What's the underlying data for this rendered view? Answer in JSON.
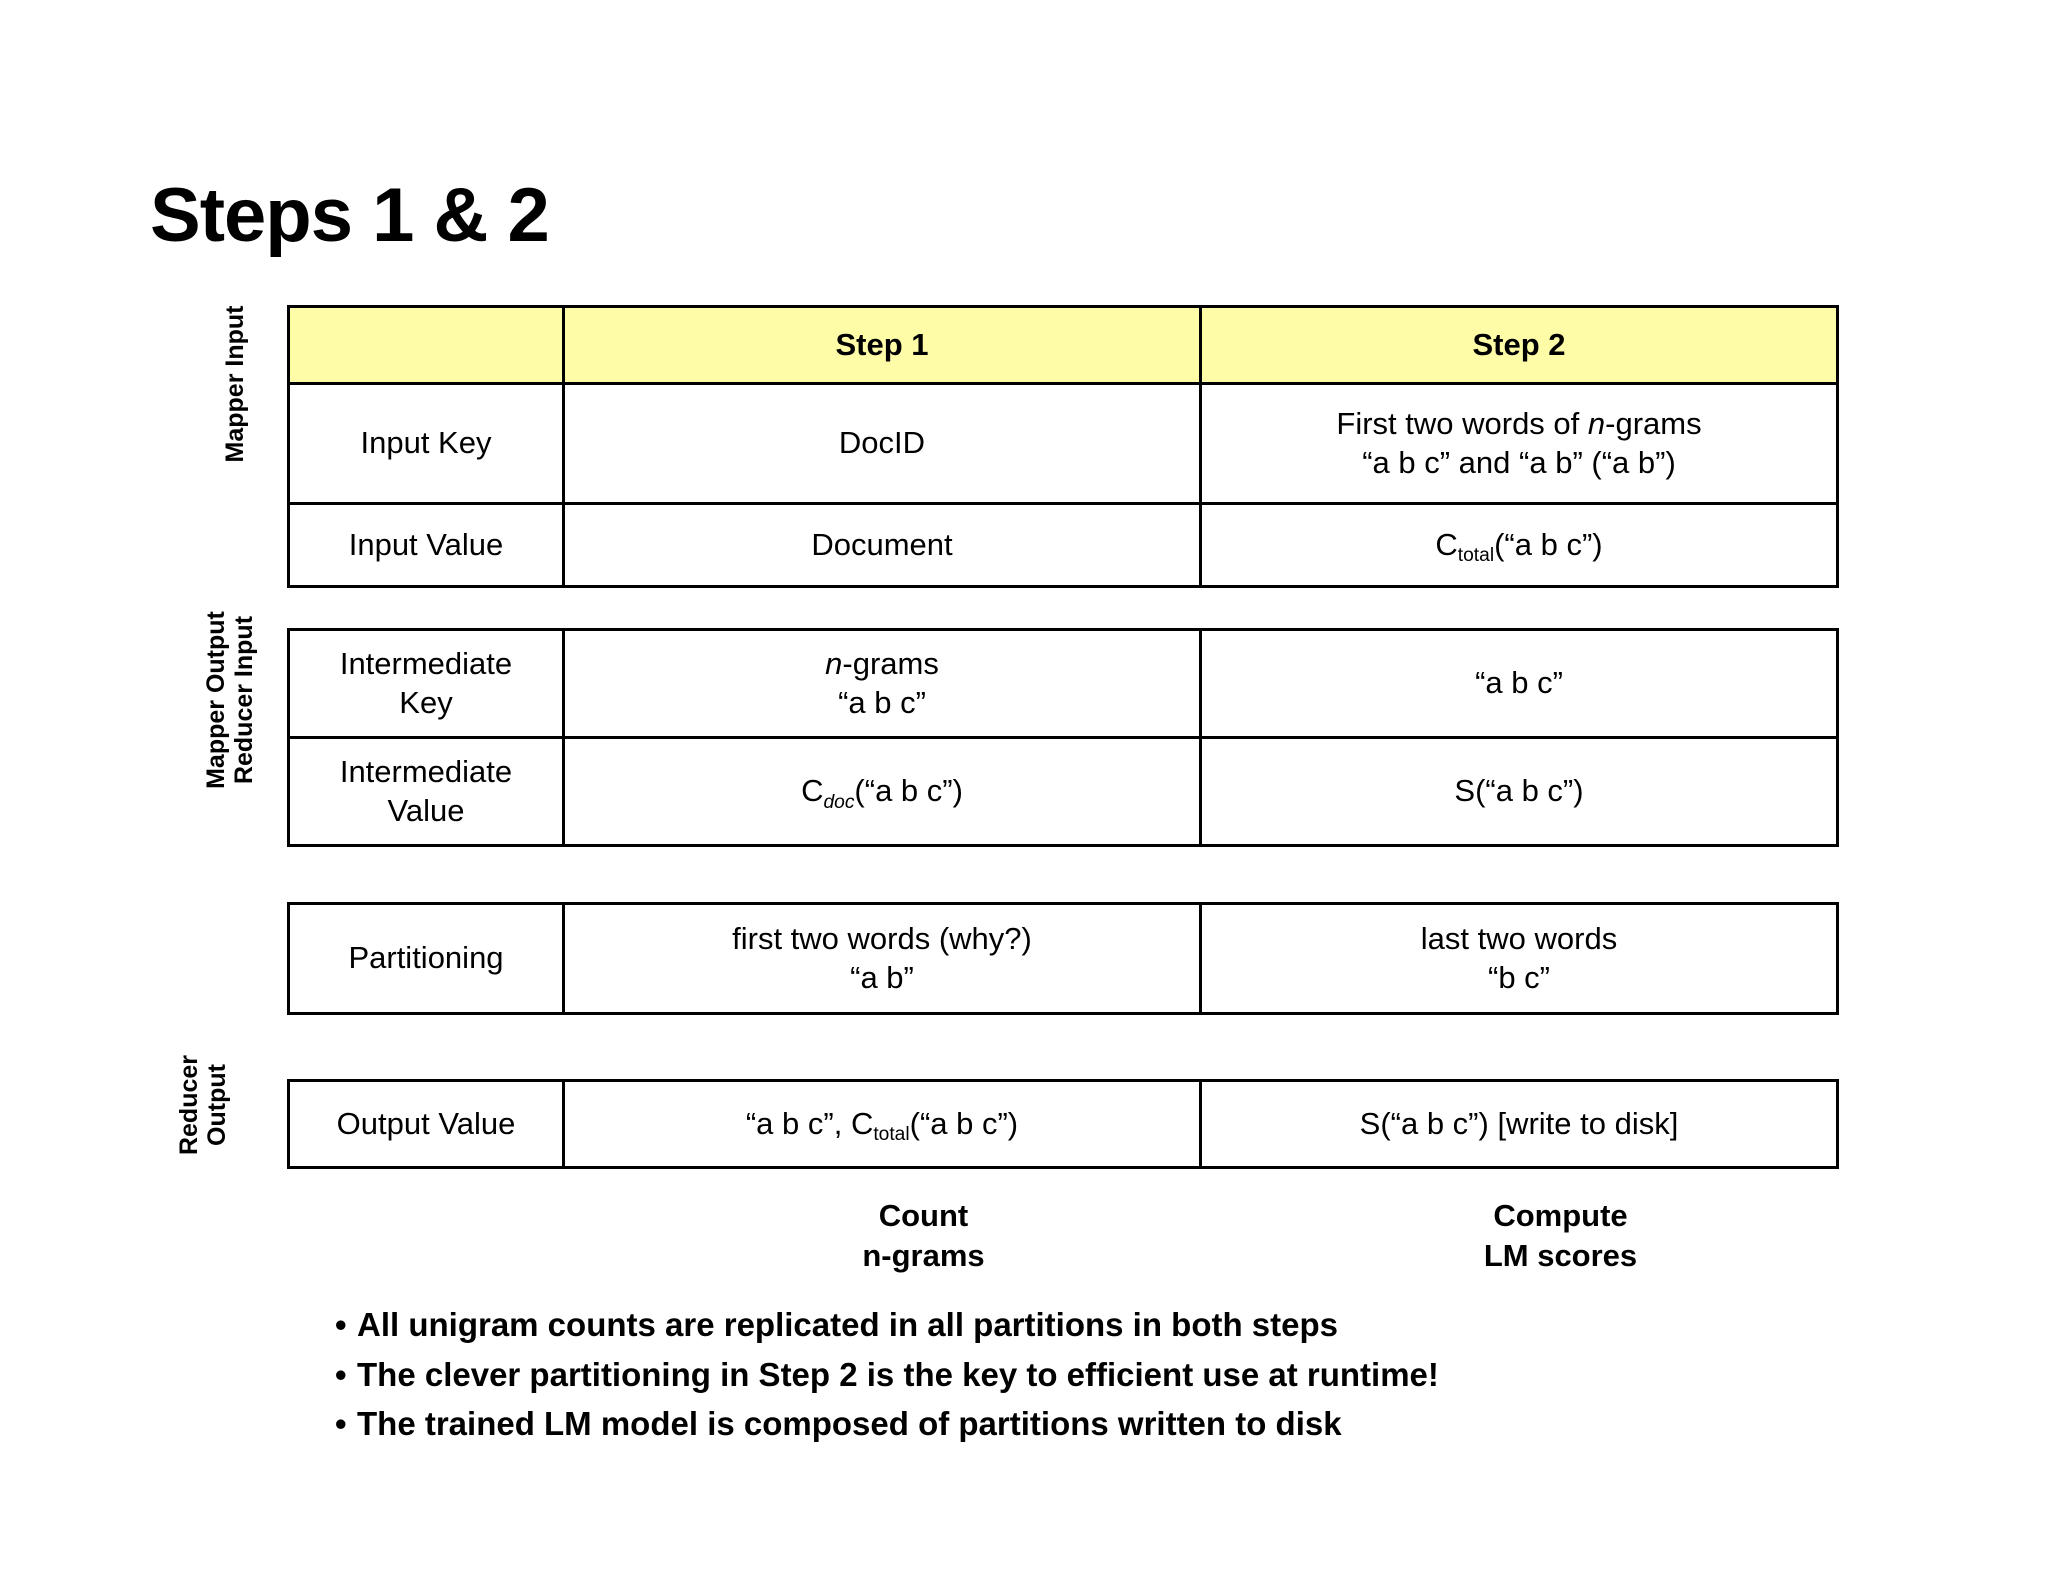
{
  "title": "Steps 1 & 2",
  "colors": {
    "header_yellow": "#FEFCA7",
    "border": "#000000",
    "text": "#000000",
    "background": "#FFFFFF"
  },
  "row_group_labels": {
    "mapper_input": "Mapper Input",
    "mapper_output_line1": "Mapper Output",
    "mapper_output_line2": "Reducer Input",
    "reducer_output_line1": "Reducer",
    "reducer_output_line2": "Output"
  },
  "columns": {
    "blank": "",
    "step1": "Step 1",
    "step2": "Step 2"
  },
  "tables": {
    "mapper_input": {
      "rows": [
        {
          "label": "Input Key",
          "step1": "DocID",
          "step2_line1_a": "First two words of ",
          "step2_line1_italic": "n",
          "step2_line1_b": "-grams",
          "step2_line2": "“a b c” and “a b” (“a b”)"
        },
        {
          "label": "Input Value",
          "step1": "Document",
          "step2_base": "C",
          "step2_sub": "total",
          "step2_rest": "(“a b c”)"
        }
      ]
    },
    "intermediate": {
      "rows": [
        {
          "label_line1": "Intermediate",
          "label_line2": "Key",
          "step1_line1_italic": "n",
          "step1_line1_rest": "-grams",
          "step1_line2": "“a b c”",
          "step2": "“a b c”"
        },
        {
          "label_line1": "Intermediate",
          "label_line2": "Value",
          "step1_base": "C",
          "step1_sub": "doc",
          "step1_rest": "(“a b c”)",
          "step2": "S(“a b c”)"
        }
      ]
    },
    "partitioning": {
      "rows": [
        {
          "label": "Partitioning",
          "step1_line1": "first two words (why?)",
          "step1_line2": "“a b”",
          "step2_line1": "last two words",
          "step2_line2": "“b c”"
        }
      ]
    },
    "reducer_output": {
      "rows": [
        {
          "label": "Output Value",
          "step1_prefix": "“a b c”, C",
          "step1_sub": "total",
          "step1_rest": "(“a b c”)",
          "step2": "S(“a b c”) [write to disk]"
        }
      ]
    }
  },
  "step_captions": {
    "step1_line1": "Count",
    "step1_line2": "n-grams",
    "step2_line1": "Compute",
    "step2_line2": "LM scores"
  },
  "bullets": [
    "All unigram counts are replicated in all partitions in both steps",
    "The clever partitioning in Step 2 is the key to efficient use at runtime!",
    "The trained LM model is composed of partitions written to disk"
  ],
  "bullet_marker": "•"
}
